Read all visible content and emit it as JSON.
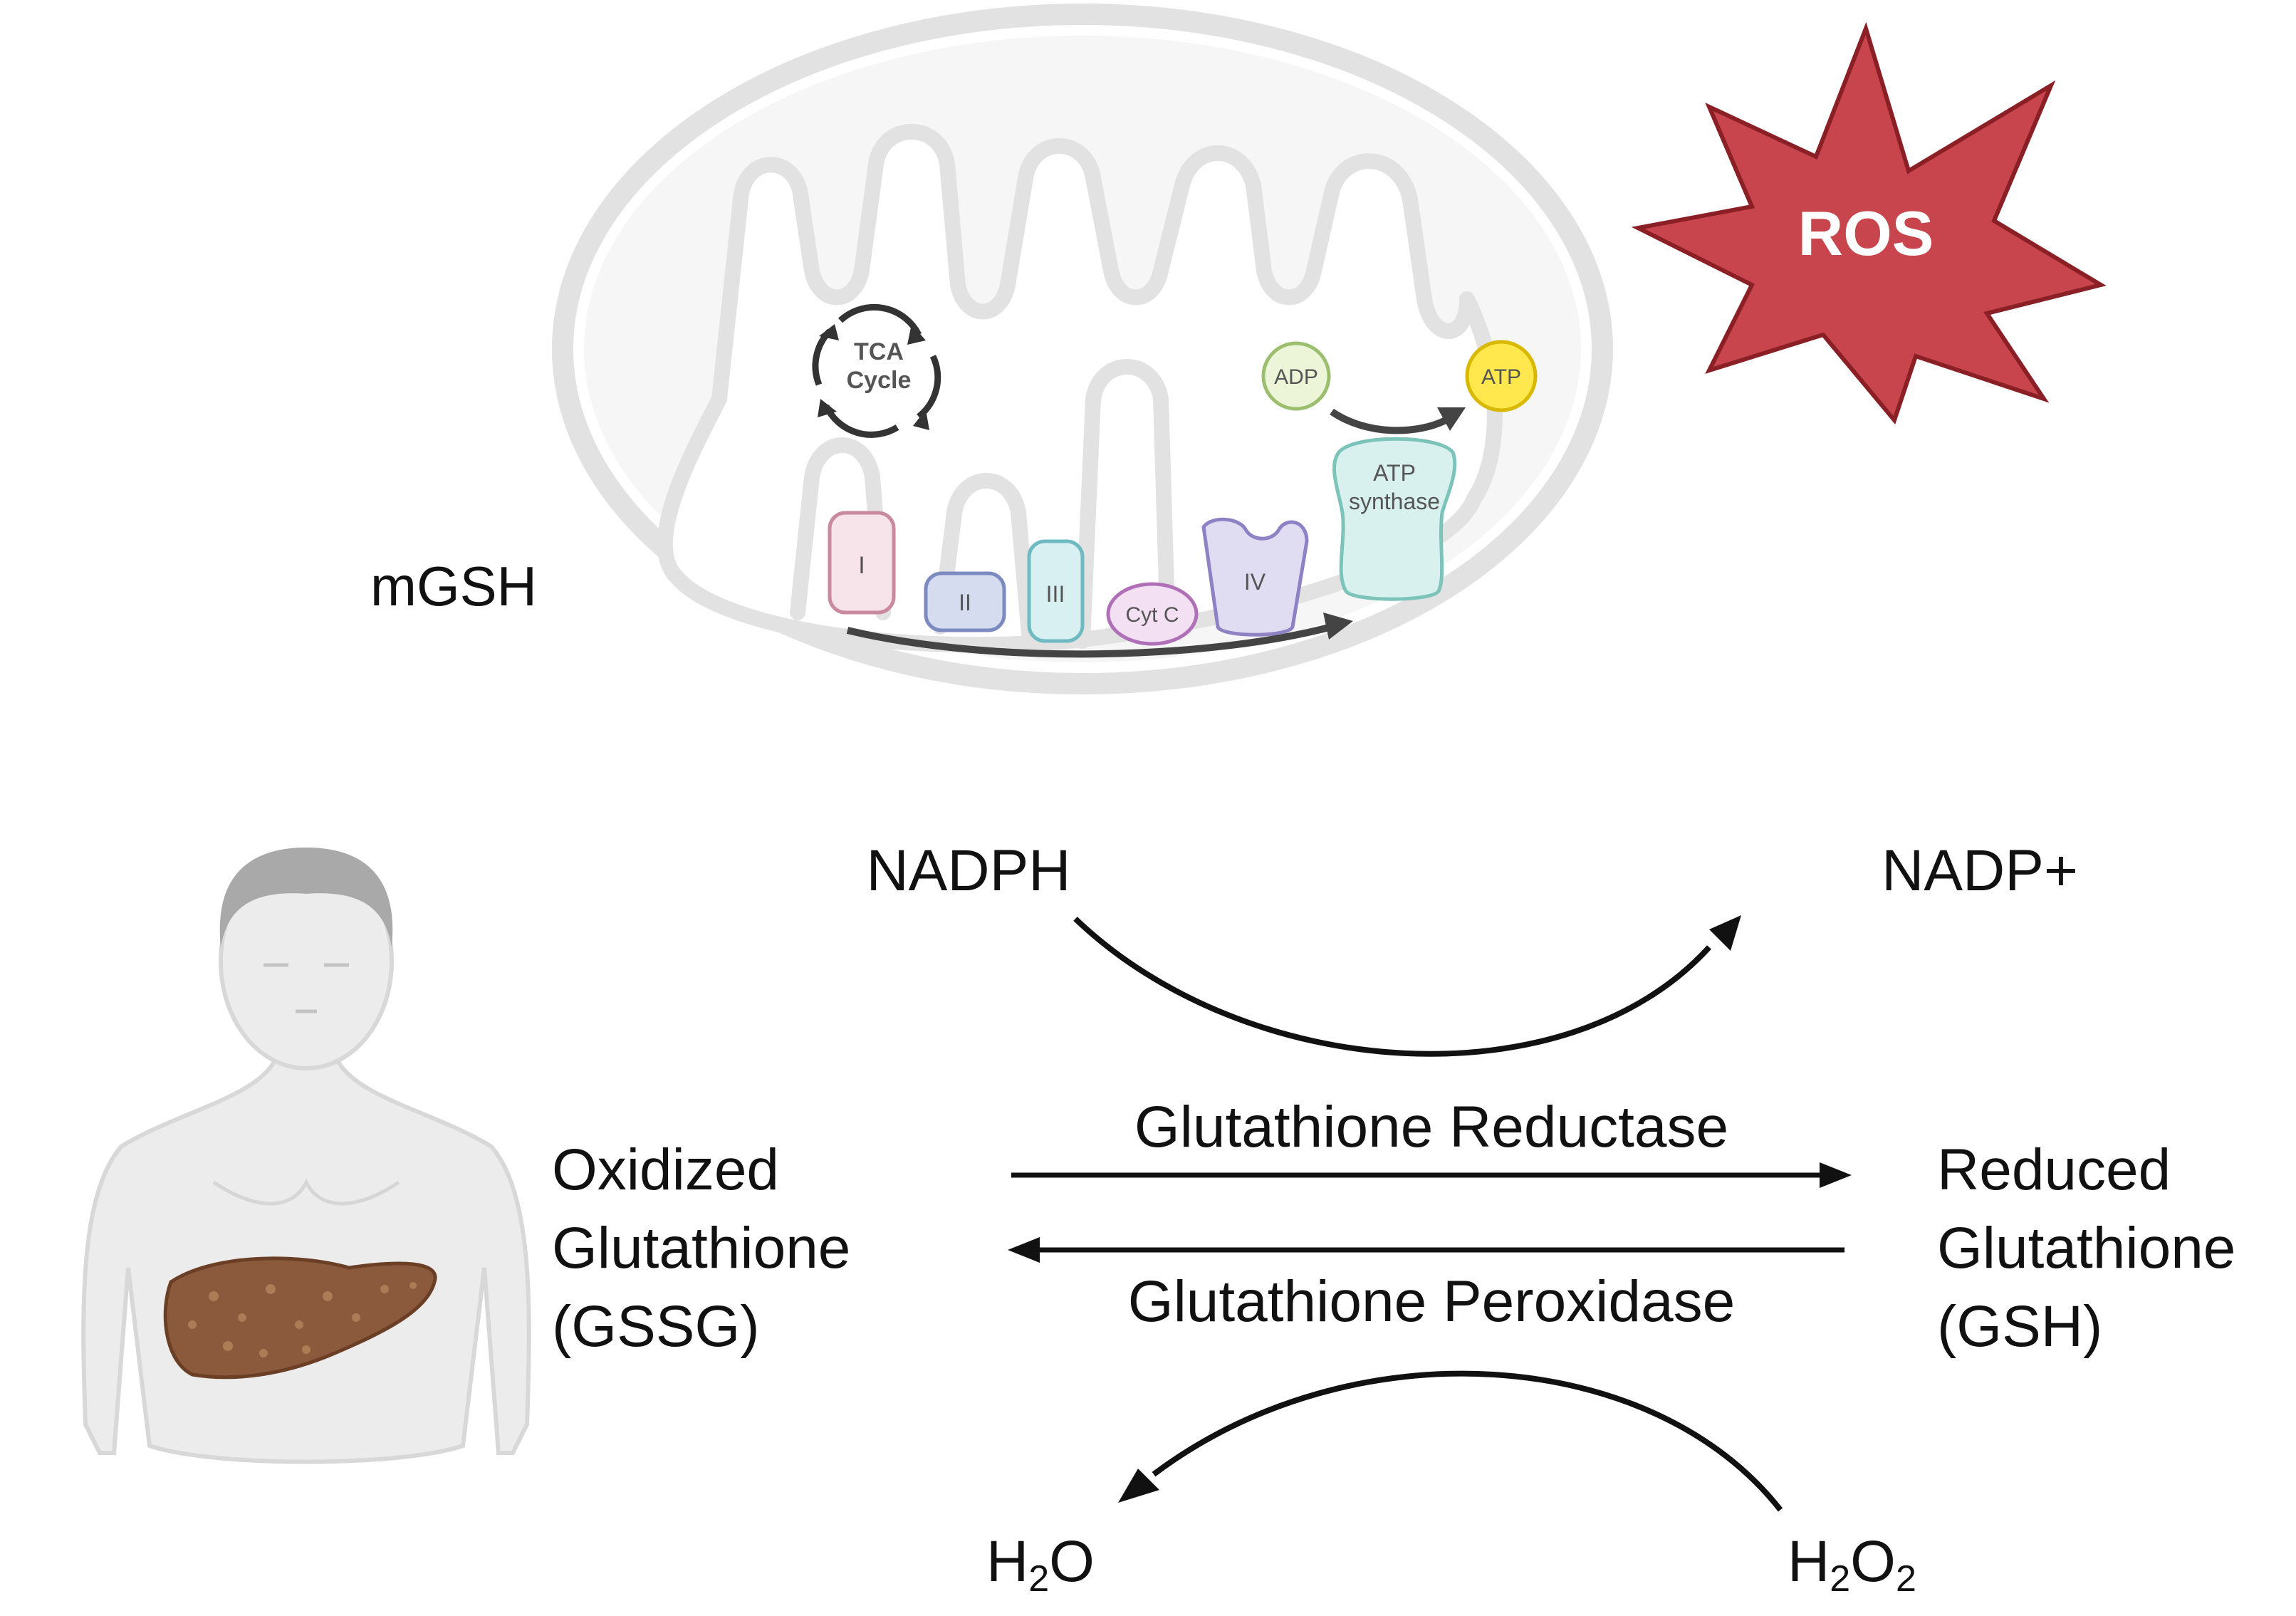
{
  "mitochondrion": {
    "label": "mGSH",
    "tca": [
      "TCA",
      "Cycle"
    ],
    "complexes": {
      "c1": "I",
      "c2": "II",
      "c3": "III",
      "cytc": "Cyt C",
      "c4": "IV"
    },
    "atp_synthase": [
      "ATP",
      "synthase"
    ],
    "adp": "ADP",
    "atp": "ATP",
    "colors": {
      "membrane": "#e6e6e6",
      "complex1_fill": "#f7e3ea",
      "complex1_stroke": "#c98aa0",
      "complex2_fill": "#d5dcef",
      "complex2_stroke": "#7b8bbf",
      "complex3_fill": "#d8f0f2",
      "complex3_stroke": "#6fb9c1",
      "cytc_fill": "#f3e1f3",
      "cytc_stroke": "#b070b8",
      "complex4_fill": "#e0dcf2",
      "complex4_stroke": "#8f82c4",
      "atp_synthase_fill": "#d9f1ee",
      "atp_synthase_stroke": "#7cc3ba",
      "adp_fill": "#ecf5d8",
      "adp_stroke": "#9cbf6f",
      "atp_fill": "#ffe84d",
      "atp_stroke": "#d8b800"
    }
  },
  "ros": {
    "label": "ROS",
    "color": "#c9454d"
  },
  "reaction": {
    "nadph": "NADPH",
    "nadp": "NADP+",
    "oxidized": [
      "Oxidized",
      "Glutathione",
      "(GSSG)"
    ],
    "reduced": [
      "Reduced",
      "Glutathione",
      "(GSH)"
    ],
    "forward_enzyme": "Glutathione Reductase",
    "reverse_enzyme": "Glutathione Peroxidase",
    "water": {
      "base": "H",
      "sub": "2",
      "tail": "O"
    },
    "peroxide": {
      "base": "H",
      "sub1": "2",
      "mid": "O",
      "sub2": "2"
    }
  },
  "human": {
    "skin": "#ececec",
    "liver": "#8b5a3c"
  }
}
